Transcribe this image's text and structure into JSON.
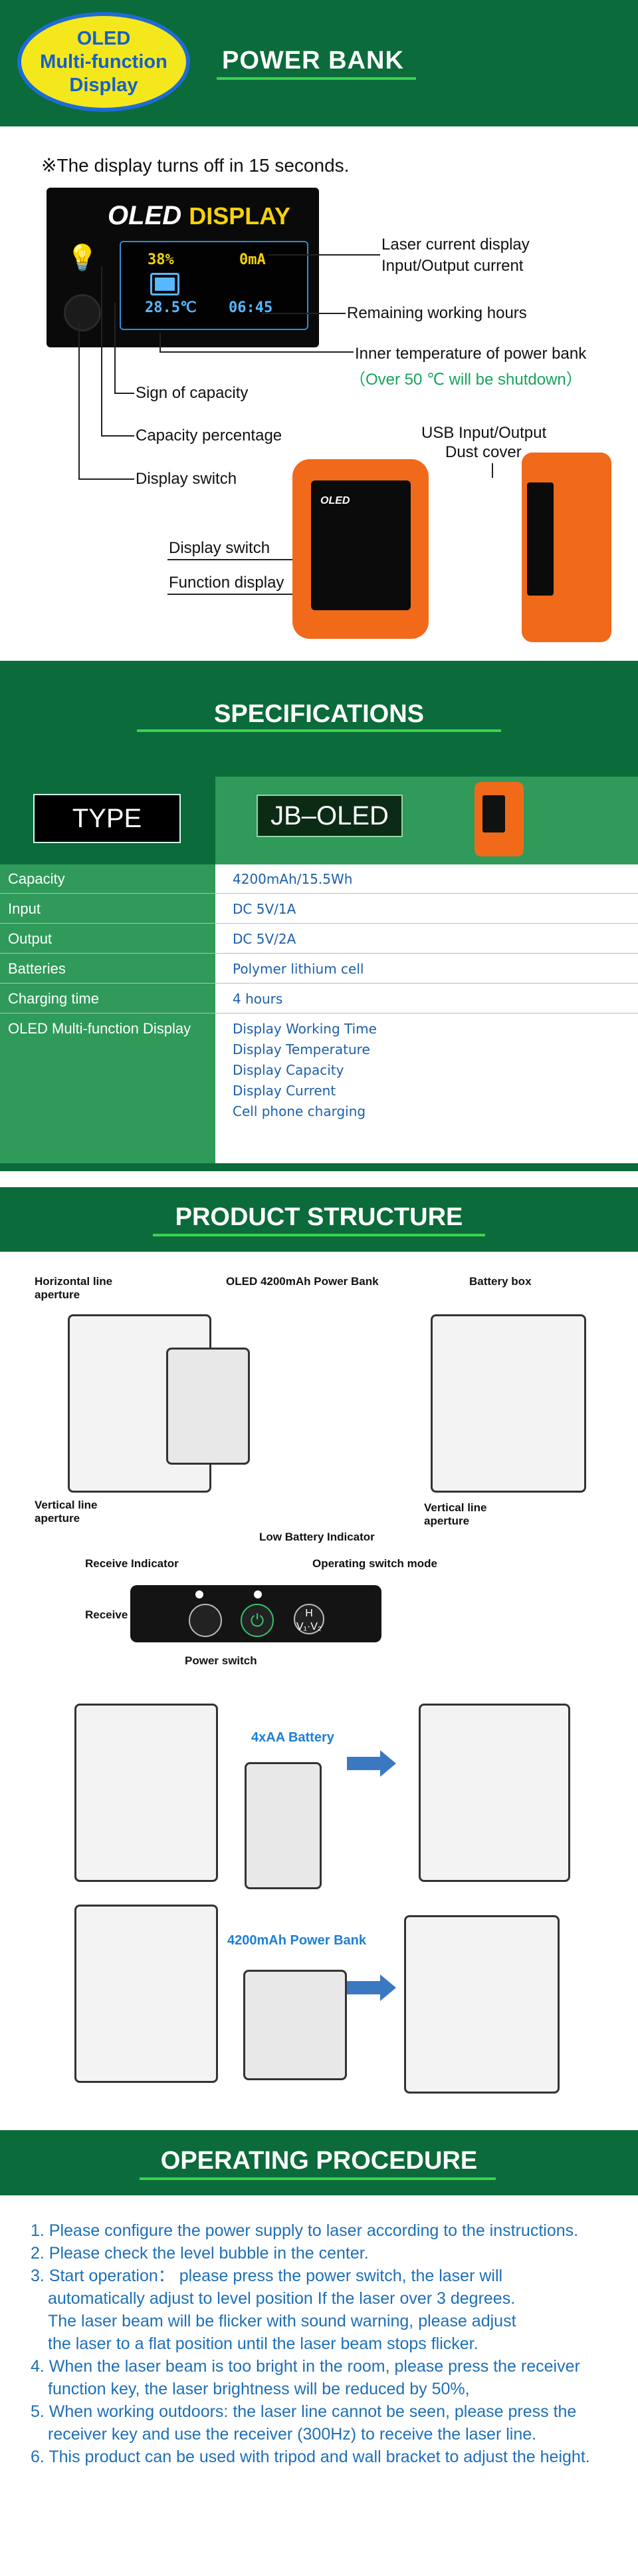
{
  "header": {
    "badge_lines": [
      "OLED",
      "Multi-function",
      "Display"
    ],
    "title": "POWER BANK"
  },
  "display_note": "※The display turns off in 15 seconds.",
  "oled_display": {
    "brand": "OLED",
    "brand_suffix": "DISPLAY",
    "capacity_percent": "38%",
    "current": "0mA",
    "temperature": "28.5℃",
    "remaining_time": "06:45"
  },
  "callouts": {
    "laser_current": "Laser current display",
    "io_current": "Input/Output current",
    "remaining_hours": "Remaining working hours",
    "inner_temp": "Inner temperature of power bank",
    "shutdown_note": "（Over 50 ℃ will be shutdown）",
    "sign_capacity": "Sign of capacity",
    "capacity_percentage": "Capacity percentage",
    "display_switch": "Display switch",
    "usb_io": "USB Input/Output",
    "dust_cover": "Dust cover",
    "display_switch_2": "Display switch",
    "function_display": "Function display"
  },
  "specs": {
    "title": "SPECIFICATIONS",
    "type_label": "TYPE",
    "model": "JB–OLED",
    "rows": [
      {
        "label": "Capacity",
        "value": "4200mAh/15.5Wh"
      },
      {
        "label": "Input",
        "value": "DC 5V/1A"
      },
      {
        "label": "Output",
        "value": "DC 5V/2A"
      },
      {
        "label": "Batteries",
        "value": "Polymer lithium cell"
      },
      {
        "label": "Charging time",
        "value": "4 hours"
      }
    ],
    "multi_label": "OLED Multi-function Display",
    "multi_values": [
      "Display Working Time",
      "Display Temperature",
      "Display Capacity",
      "Display Current",
      "Cell phone charging"
    ]
  },
  "structure": {
    "title": "PRODUCT STRUCTURE",
    "labels": {
      "horizontal_aperture": "Horizontal line aperture",
      "oled_bank": "OLED 4200mAh Power Bank",
      "battery_box": "Battery box",
      "vertical_aperture_1": "Vertical line aperture",
      "vertical_aperture_2": "Vertical line aperture",
      "low_battery": "Low Battery Indicator",
      "receive_indicator": "Receive Indicator",
      "operating_switch": "Operating switch mode",
      "receive_mode": "Receive mode",
      "power_switch": "Power switch",
      "aa_battery": "4xAA Battery",
      "power_bank_4200": "4200mAh Power Bank"
    },
    "panel_h": "H",
    "panel_vv": "V₁·V₂"
  },
  "procedure": {
    "title": "OPERATING PROCEDURE",
    "steps": [
      "1. Please configure the power supply to laser according to the instructions.",
      "2. Please check the level bubble in the center.",
      "3. Start operation：  please press the power switch, the laser will",
      "automatically adjust to level position If the laser over 3 degrees.",
      "The laser beam will be flicker with sound warning, please adjust",
      "the laser to a flat position until the laser beam stops flicker.",
      "4. When the laser beam is too bright in the room, please press the receiver",
      "function key, the laser brightness will be reduced by 50%,",
      "5. When working outdoors: the laser line cannot be seen, please press the",
      "receiver key and use the receiver (300Hz) to receive the laser line.",
      "6. This product can be used with tripod and wall  bracket to adjust the height."
    ]
  }
}
